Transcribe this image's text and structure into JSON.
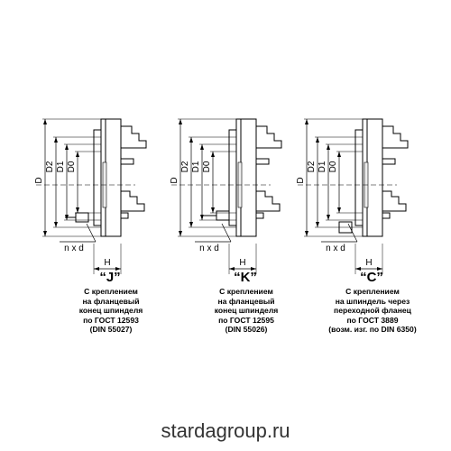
{
  "labels": {
    "D": "D",
    "D2": "D2",
    "D1": "D1",
    "D0": "D0",
    "H": "H",
    "nxd": "n x d"
  },
  "panels": [
    {
      "code": "“J”",
      "caption": [
        "С креплением",
        "на фланцевый",
        "конец шпинделя",
        "по ГОСТ 12593",
        "(DIN 55027)"
      ]
    },
    {
      "code": "“K”",
      "caption": [
        "С креплением",
        "на фланцевый",
        "конец шпинделя",
        "по ГОСТ 12595",
        "(DIN 55026)"
      ]
    },
    {
      "code": "“C”",
      "caption": [
        "С креплением",
        "на шпиндель через",
        "переходной фланец",
        "по ГОСТ 3889",
        "(возм. изг. по DIN 6350)"
      ]
    }
  ],
  "footer": {
    "site": "stardagroup.ru"
  }
}
